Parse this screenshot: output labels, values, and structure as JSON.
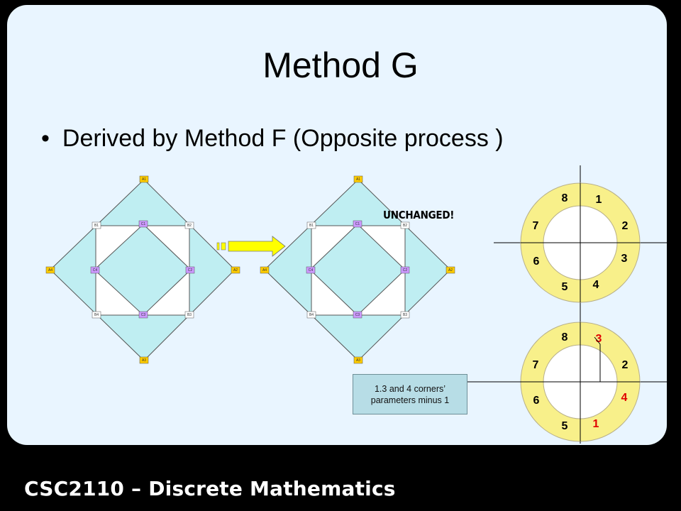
{
  "slide": {
    "title": "Method G",
    "bullet": "Derived by Method F (Opposite process )",
    "footer": "CSC2110 – Discrete Mathematics"
  },
  "labels": {
    "A1": "A1",
    "A2": "A2",
    "A3": "A3",
    "A4": "A4",
    "B1": "B1",
    "B2": "B2",
    "B3": "B3",
    "B4": "B4",
    "C1": "C1",
    "C2": "C2",
    "C3": "C3",
    "C4": "C4"
  },
  "annotation": {
    "unchanged": "UNCHANGED!",
    "note": "1.3 and 4 corners’ parameters minus 1"
  },
  "ring_top": {
    "numbers": [
      "8",
      "1",
      "2",
      "3",
      "4",
      "5",
      "6",
      "7"
    ],
    "colors": [
      "#000000",
      "#000000",
      "#000000",
      "#000000",
      "#000000",
      "#000000",
      "#000000",
      "#000000"
    ]
  },
  "ring_bottom": {
    "numbers": [
      "8",
      "3",
      "2",
      "4",
      "1",
      "5",
      "6",
      "7"
    ],
    "colors": [
      "#000000",
      "#e00000",
      "#000000",
      "#e00000",
      "#e00000",
      "#000000",
      "#000000",
      "#000000"
    ]
  },
  "colors": {
    "slide_bg": "#e9f5ff",
    "ring_fill": "#f8f08a",
    "diamond_fill": "#bfeef2",
    "a_node": "#ffcc00",
    "c_node": "#cc99ff",
    "b_node": "#ffffff",
    "arrow": "#ffff00",
    "note_bg": "#b7dde6",
    "highlight": "#e00000"
  }
}
